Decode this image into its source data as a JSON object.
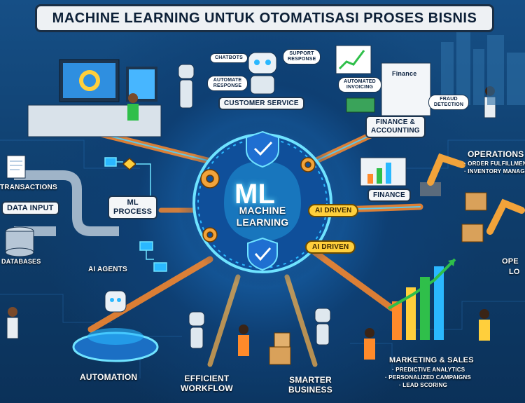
{
  "title": "MACHINE LEARNING UNTUK OTOMATISASI PROSES BISNIS",
  "center": {
    "line1": "ML",
    "line2": "MACHINE",
    "line3": "LEARNING"
  },
  "ai_driven_1": "AI DRIVEN",
  "ai_driven_2": "AI DRIVEN",
  "customer_service": {
    "label": "CUSTOMER SERVICE",
    "chatbots": "CHATBOTS",
    "support_response": "SUPPORT RESPONSE",
    "automate_response": "AUTOMATE RESPONSE"
  },
  "finance_accounting": {
    "label_line1": "FINANCE &",
    "label_line2": "ACCOUNTING",
    "finance_doc": "Finance",
    "automated_invoicing": "AUTOMATED INVOICING",
    "fraud_detection": "FRAUD DETECTION"
  },
  "finance": "FINANCE",
  "operations": {
    "label": "OPERATIONS",
    "items": [
      "· ORDER FULFILLMENT",
      "· INVENTORY MANAG"
    ],
    "partial1": "OPE",
    "partial2": "LO"
  },
  "transactions": "TRANSACTIONS",
  "data_input": "DATA INPUT",
  "databases": "DATABASES",
  "ml_process": {
    "line1": "ML",
    "line2": "PROCESS"
  },
  "ai_agents": "AI AGENTS",
  "automation": "AUTOMATION",
  "efficient_workflow": {
    "line1": "EFFICIENT",
    "line2": "WORKFLOW"
  },
  "smarter_business": {
    "line1": "SMARTER",
    "line2": "BUSINESS"
  },
  "marketing_sales": {
    "label": "MARKETING & SALES",
    "items": [
      "· PREDICTIVE ANALYTICS",
      "· PERSONALIZED CAMPAIGNS",
      "· LEAD SCORING"
    ]
  },
  "colors": {
    "accent_orange": "#ff8a2a",
    "accent_blue": "#4fd0ff",
    "gold": "#ffcf3c",
    "navy": "#0b2a4a"
  }
}
